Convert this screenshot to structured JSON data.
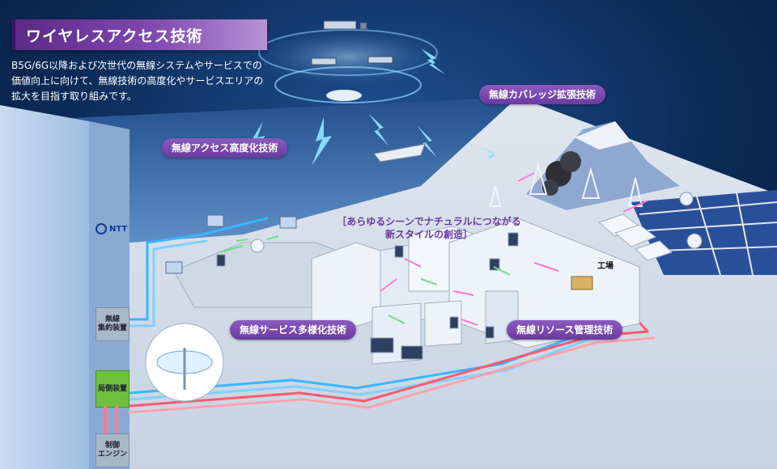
{
  "title": "ワイヤレスアクセス技術",
  "description_lines": [
    "B5G/6G以降および次世代の無線システムやサービスでの",
    "価値向上に向けて、無線技術の高度化やサービスエリアの",
    "拡大を目指す取り組みです。"
  ],
  "labels": {
    "access": "無線アクセス高度化技術",
    "coverage": "無線カバレッジ拡張技術",
    "service": "無線サービス多様化技術",
    "resource": "無線リソース管理技術"
  },
  "scene_caption": [
    "［あらゆるシーンでナチュラルにつながる",
    "新スタイルの創造］"
  ],
  "ntt": "NTT",
  "factory": "工場",
  "boxes": {
    "concentrator": [
      "無線",
      "集約装置"
    ],
    "office": [
      "局側装置"
    ],
    "engine": [
      "制御",
      "エンジン"
    ]
  },
  "colors": {
    "title_purple": "#6b3a9e",
    "label_purple": "#7a4ab0",
    "cable_blue": "#39b6ff",
    "cable_red": "#ff5a6e",
    "box_gray": "#9fb0c2",
    "box_green": "#6fbf3f"
  }
}
